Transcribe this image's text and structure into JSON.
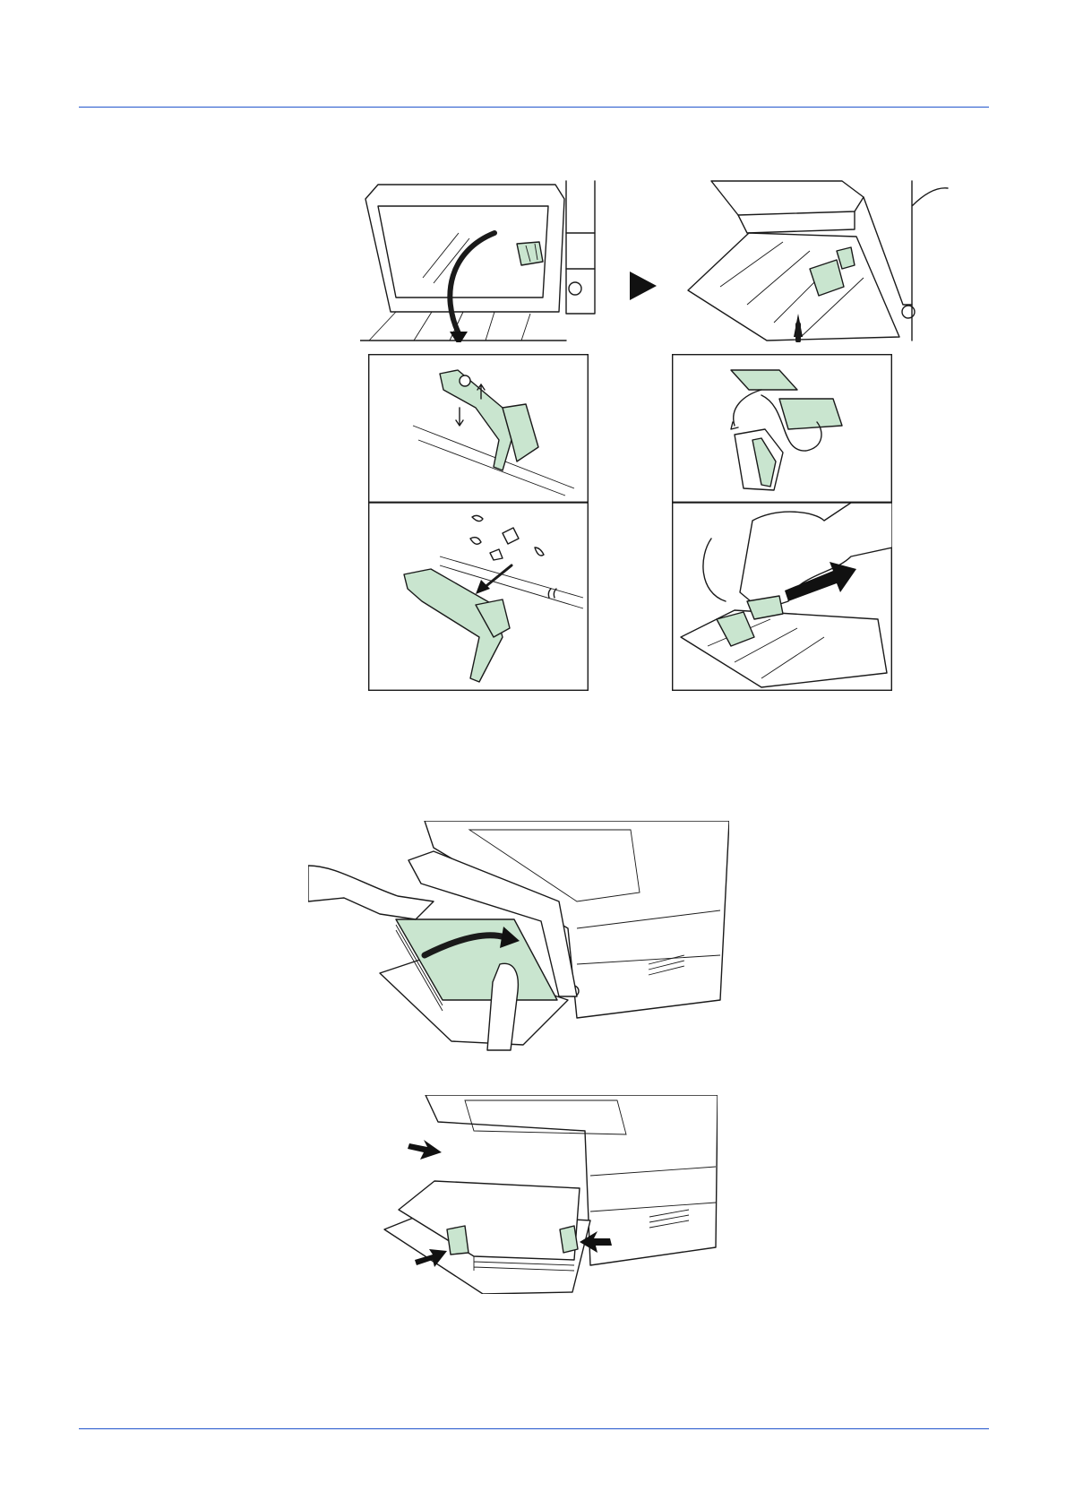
{
  "colors": {
    "accent": "#2255cc",
    "part_highlight": "#c9e5cf",
    "line": "#1a1a1a"
  },
  "figures": {
    "top_left_scene": {
      "icon": "printer-open-cover-illustration"
    },
    "top_right_scene": {
      "icon": "printer-tray-guide-illustration"
    },
    "step_arrow": {
      "icon": "triangle-right-icon"
    },
    "detail_1": {
      "icon": "guide-lift-detail"
    },
    "detail_2": {
      "icon": "guide-remove-detail"
    },
    "detail_3": {
      "icon": "guide-swap-detail"
    },
    "detail_4": {
      "icon": "guide-slide-detail"
    },
    "load_paper": {
      "icon": "load-paper-illustration"
    },
    "adjust_guides": {
      "icon": "adjust-paper-guides-illustration"
    }
  }
}
